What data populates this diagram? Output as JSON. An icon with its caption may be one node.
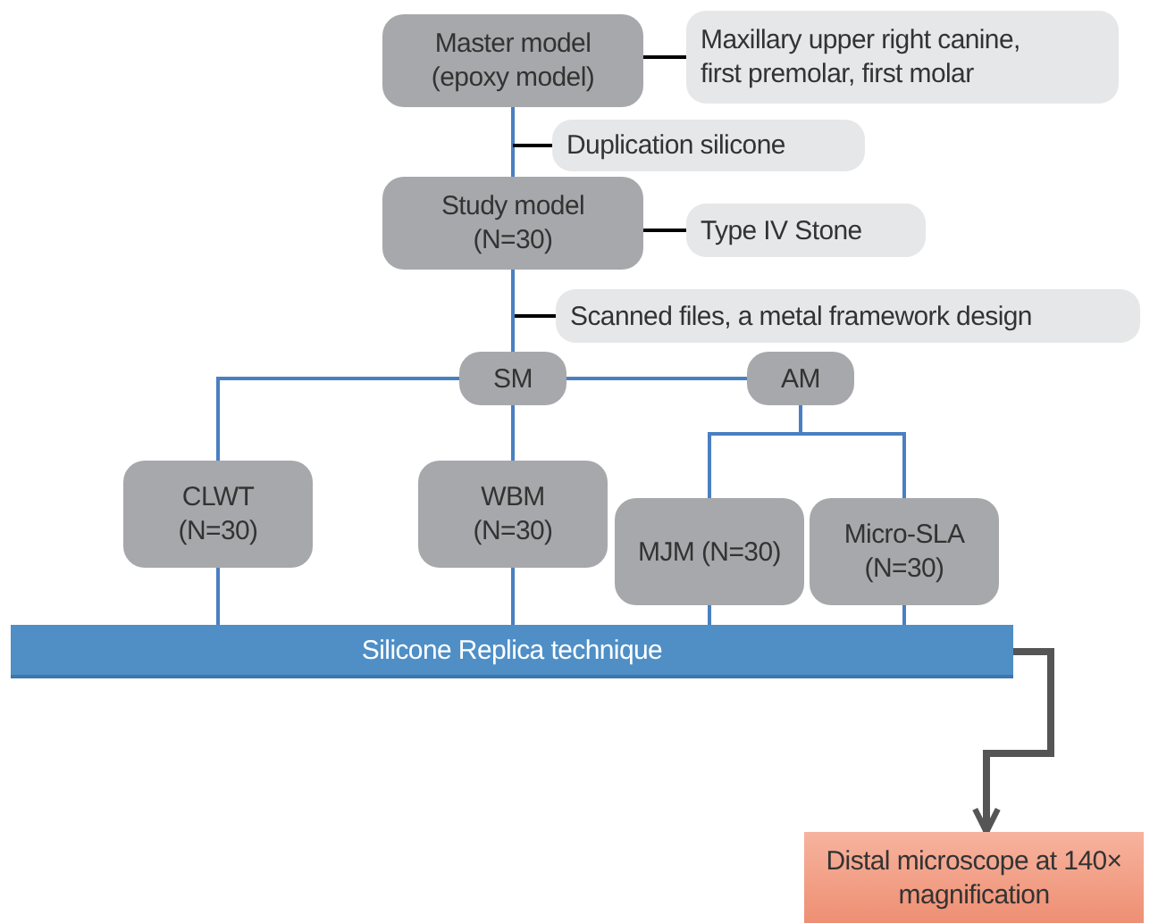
{
  "diagram": {
    "nodes": [
      {
        "text": [
          "Master model (epoxy model)"
        ]
      },
      {
        "text": [
          "Maxillary upper right canine, first premolar, first molar"
        ]
      },
      {
        "text": [
          "Duplication silicone"
        ]
      },
      {
        "text": [
          "Study model (N=30)"
        ]
      },
      {
        "text": [
          "Type IV Stone"
        ]
      },
      {
        "text": [
          "Scanned files, a metal framework design"
        ]
      },
      {
        "text": [
          "SM"
        ]
      },
      {
        "text": [
          "AM"
        ]
      },
      {
        "text": [
          "CLWT (N=30)"
        ]
      },
      {
        "text": [
          "WBM (N=30)"
        ]
      },
      {
        "text": [
          "MJM (N=30)"
        ]
      },
      {
        "text": [
          "Micro-SLA (N=30)"
        ]
      },
      {
        "text": [
          "Silicone Replica technique"
        ]
      },
      {
        "text": [
          "Distal microscope at 140× magnification"
        ]
      }
    ],
    "edges": [
      {
        "from": 0,
        "to": 1,
        "arrow": "none",
        "color": "#000000"
      },
      {
        "from": 0,
        "to": 3,
        "arrow": "none"
      },
      {
        "from": null,
        "to": 2,
        "arrow": "none",
        "color": "#000000"
      },
      {
        "from": 3,
        "to": 4,
        "arrow": "none",
        "color": "#000000"
      },
      {
        "from": null,
        "to": 5,
        "arrow": "none",
        "color": "#000000"
      },
      {
        "from": 3,
        "to": 6,
        "arrow": "none"
      },
      {
        "from": 6,
        "to": 7,
        "arrow": "none"
      },
      {
        "from": 6,
        "to": 8,
        "arrow": "none"
      },
      {
        "from": 6,
        "to": 9,
        "arrow": "none"
      },
      {
        "from": 7,
        "to": 10,
        "arrow": "none"
      },
      {
        "from": 7,
        "to": 11,
        "arrow": "none"
      },
      {
        "from": 8,
        "to": 12,
        "arrow": "none"
      },
      {
        "from": 9,
        "to": 12,
        "arrow": "none"
      },
      {
        "from": 10,
        "to": 12,
        "arrow": "none"
      },
      {
        "from": 11,
        "to": 12,
        "arrow": "none"
      },
      {
        "from": 12,
        "to": 13,
        "arrow": "to",
        "style": "thick",
        "color": "#555555"
      }
    ]
  }
}
